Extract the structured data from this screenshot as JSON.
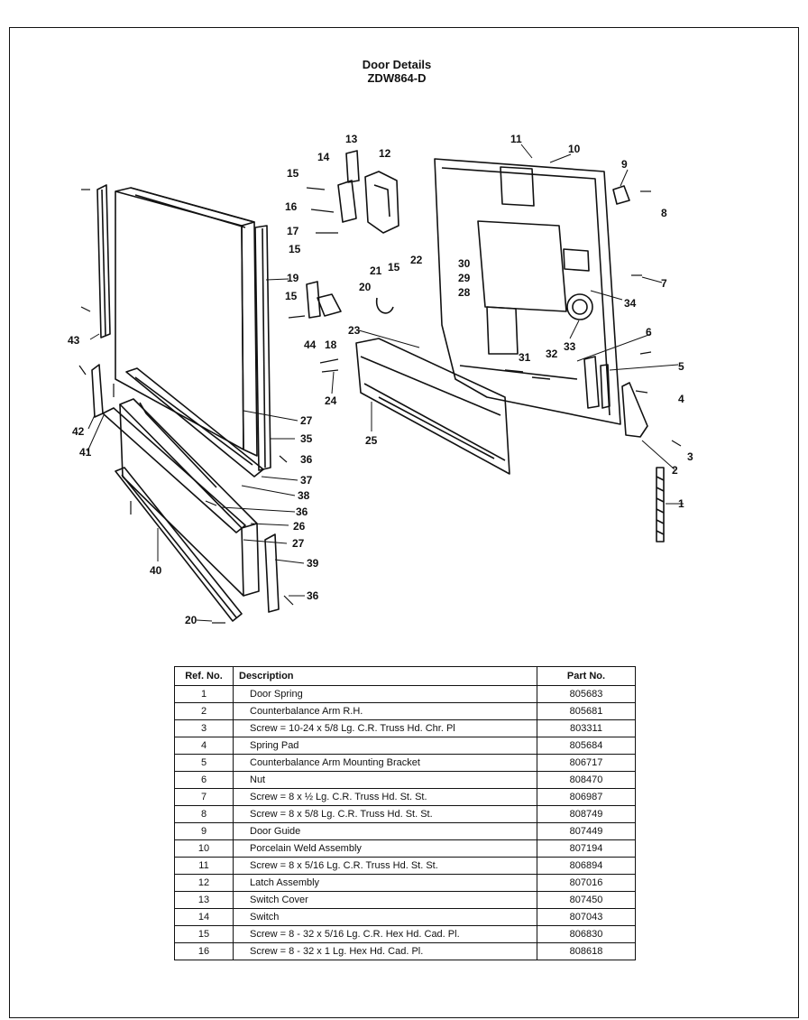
{
  "header": {
    "title": "Door Details",
    "model": "ZDW864-D"
  },
  "callouts": [
    "1",
    "2",
    "3",
    "4",
    "5",
    "6",
    "7",
    "8",
    "9",
    "10",
    "11",
    "12",
    "13",
    "14",
    "15",
    "16",
    "17",
    "18",
    "19",
    "20",
    "21",
    "22",
    "23",
    "24",
    "25",
    "26",
    "27",
    "28",
    "29",
    "30",
    "31",
    "32",
    "33",
    "34",
    "35",
    "36",
    "37",
    "38",
    "39",
    "40",
    "41",
    "42",
    "43",
    "44"
  ],
  "parts_table": {
    "columns": [
      "Ref. No.",
      "Description",
      "Part No."
    ],
    "rows": [
      {
        "ref": "1",
        "desc": "Door Spring",
        "pn": "805683"
      },
      {
        "ref": "2",
        "desc": "Counterbalance Arm R.H.",
        "pn": "805681"
      },
      {
        "ref": "3",
        "desc": "Screw = 10-24 x 5/8 Lg. C.R. Truss Hd. Chr. Pl",
        "pn": "803311"
      },
      {
        "ref": "4",
        "desc": "Spring Pad",
        "pn": "805684"
      },
      {
        "ref": "5",
        "desc": "Counterbalance Arm Mounting Bracket",
        "pn": "806717"
      },
      {
        "ref": "6",
        "desc": "Nut",
        "pn": "808470"
      },
      {
        "ref": "7",
        "desc": "Screw = 8 x ½ Lg. C.R. Truss Hd. St. St.",
        "pn": "806987"
      },
      {
        "ref": "8",
        "desc": "Screw = 8 x 5/8 Lg. C.R. Truss Hd. St. St.",
        "pn": "808749"
      },
      {
        "ref": "9",
        "desc": "Door Guide",
        "pn": "807449"
      },
      {
        "ref": "10",
        "desc": "Porcelain Weld Assembly",
        "pn": "807194"
      },
      {
        "ref": "11",
        "desc": "Screw = 8 x 5/16 Lg. C.R. Truss Hd. St. St.",
        "pn": "806894"
      },
      {
        "ref": "12",
        "desc": "Latch Assembly",
        "pn": "807016"
      },
      {
        "ref": "13",
        "desc": "Switch Cover",
        "pn": "807450"
      },
      {
        "ref": "14",
        "desc": "Switch",
        "pn": "807043"
      },
      {
        "ref": "15",
        "desc": "Screw = 8 - 32 x 5/16 Lg. C.R. Hex Hd. Cad. Pl.",
        "pn": "806830"
      },
      {
        "ref": "16",
        "desc": "Screw = 8 - 32 x 1 Lg. Hex Hd. Cad. Pl.",
        "pn": "808618"
      }
    ]
  }
}
